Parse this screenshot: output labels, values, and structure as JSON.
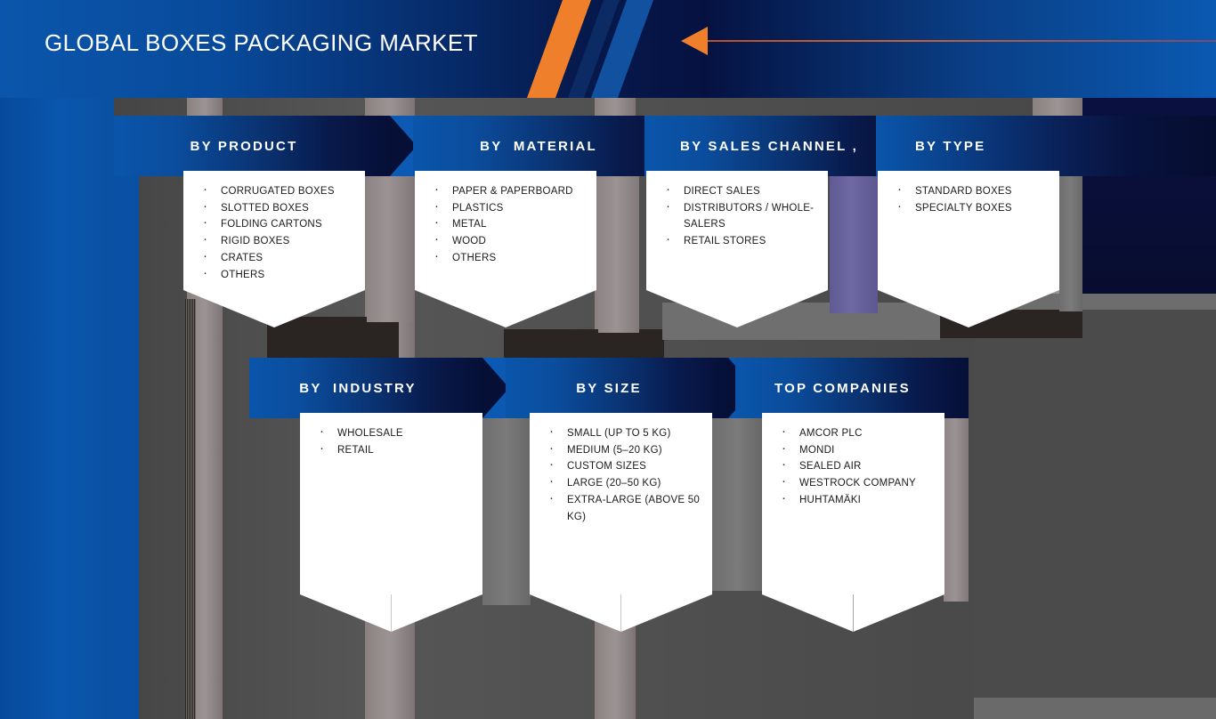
{
  "header": {
    "title": "GLOBAL BOXES PACKAGING MARKET",
    "accent_orange": "#ef7f2a",
    "accent_blue": "#0a56ae",
    "navy": "#061a4e",
    "arrow_icon": "left-arrow-icon"
  },
  "rows": [
    {
      "cards": [
        {
          "title": "BY PRODUCT",
          "items": [
            "CORRUGATED BOXES",
            "SLOTTED BOXES",
            "FOLDING CARTONS",
            "RIGID BOXES",
            "CRATES",
            "OTHERS"
          ]
        },
        {
          "title": "BY  MATERIAL",
          "items": [
            "PAPER & PAPERBOARD",
            "PLASTICS",
            "METAL",
            "WOOD",
            "OTHERS"
          ]
        },
        {
          "title": "BY SALES CHANNEL ,",
          "items": [
            "DIRECT SALES",
            "DISTRIBUTORS / WHOLE-SALERS",
            "RETAIL STORES"
          ]
        },
        {
          "title": "BY TYPE",
          "items": [
            "STANDARD BOXES",
            "SPECIALTY BOXES"
          ]
        }
      ]
    },
    {
      "cards": [
        {
          "title": "BY  INDUSTRY",
          "items": [
            "WHOLESALE",
            "RETAIL"
          ]
        },
        {
          "title": "BY SIZE",
          "items": [
            "SMALL (UP TO 5 KG)",
            "MEDIUM (5–20 KG)",
            "CUSTOM SIZES",
            "LARGE (20–50 KG)",
            "EXTRA-LARGE (ABOVE 50 KG)"
          ]
        },
        {
          "title": "TOP COMPANIES",
          "items": [
            "AMCOR PLC",
            "MONDI",
            "SEALED AIR",
            "WESTROCK COMPANY",
            "HUHTAMÄKI"
          ]
        }
      ]
    }
  ]
}
